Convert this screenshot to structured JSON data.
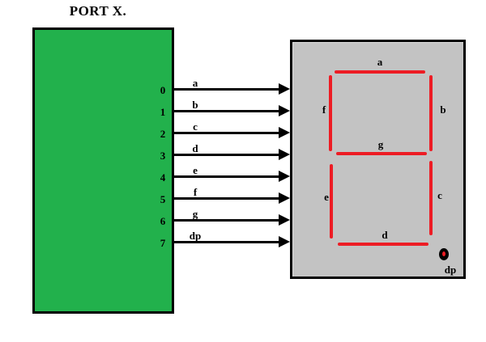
{
  "title": "PORT X.",
  "port": {
    "pins": [
      {
        "number": "0",
        "signal": "a"
      },
      {
        "number": "1",
        "signal": "b"
      },
      {
        "number": "2",
        "signal": "c"
      },
      {
        "number": "3",
        "signal": "d"
      },
      {
        "number": "4",
        "signal": "e"
      },
      {
        "number": "5",
        "signal": "f"
      },
      {
        "number": "6",
        "signal": "g"
      },
      {
        "number": "7",
        "signal": "dp"
      }
    ]
  },
  "display": {
    "segment_labels": {
      "a": "a",
      "b": "b",
      "c": "c",
      "d": "d",
      "e": "e",
      "f": "f",
      "g": "g",
      "dp": "dp"
    }
  },
  "colors": {
    "port_fill": "#22b14c",
    "display_fill": "#c3c3c3",
    "segment_on": "#ed1c24",
    "wire": "#000000"
  }
}
